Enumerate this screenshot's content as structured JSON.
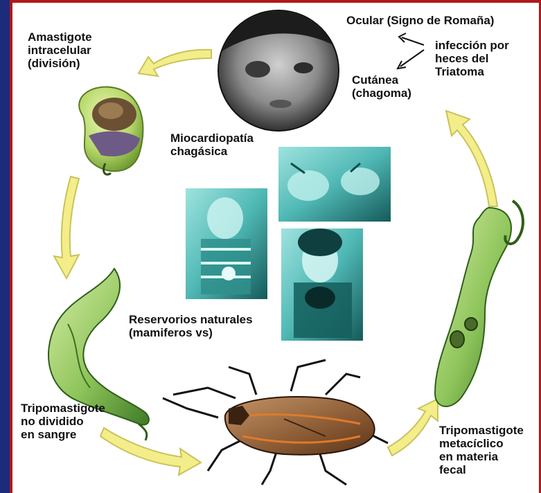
{
  "labels": {
    "amastigote": "Amastigote\nintracelular\n(división)",
    "ocular": "Ocular (Signo de Romaña)",
    "infeccion": "infección por\nheces del\nTriatoma",
    "cutanea": "Cutánea\n(chagoma)",
    "miocardiopatia": "Miocardiopatía\nchagásica",
    "reservorios": "Reservorios naturales\n(mamiferos vs)",
    "tripo_sangre": "Tripomastigote\nno dividido\nen sangre",
    "tripo_metaciclico": "Tripomastigote\nmetacíclico\nen materia\nfecal"
  },
  "images": {
    "child_face_photo": "child-face-photo",
    "boy_photo": "boy-with-animal-photo",
    "animals_photo": "animals-photo",
    "girl_photo": "girl-with-animal-photo",
    "amastigote_cell": "amastigote-cell-illustration",
    "trypomastigote_blood": "trypomastigote-blood-illustration",
    "trypomastigote_metacyclic": "trypomastigote-metacyclic-illustration",
    "triatoma_bug": "triatoma-bug-illustration"
  },
  "colors": {
    "arrow_fill": "#f3ee8a",
    "arrow_stroke": "#c9c25a",
    "parasite_green": "#8ec45a",
    "photo_tint": "#4fc1c0",
    "frame_blue": "#1c2b7a",
    "frame_red": "#b01818"
  }
}
